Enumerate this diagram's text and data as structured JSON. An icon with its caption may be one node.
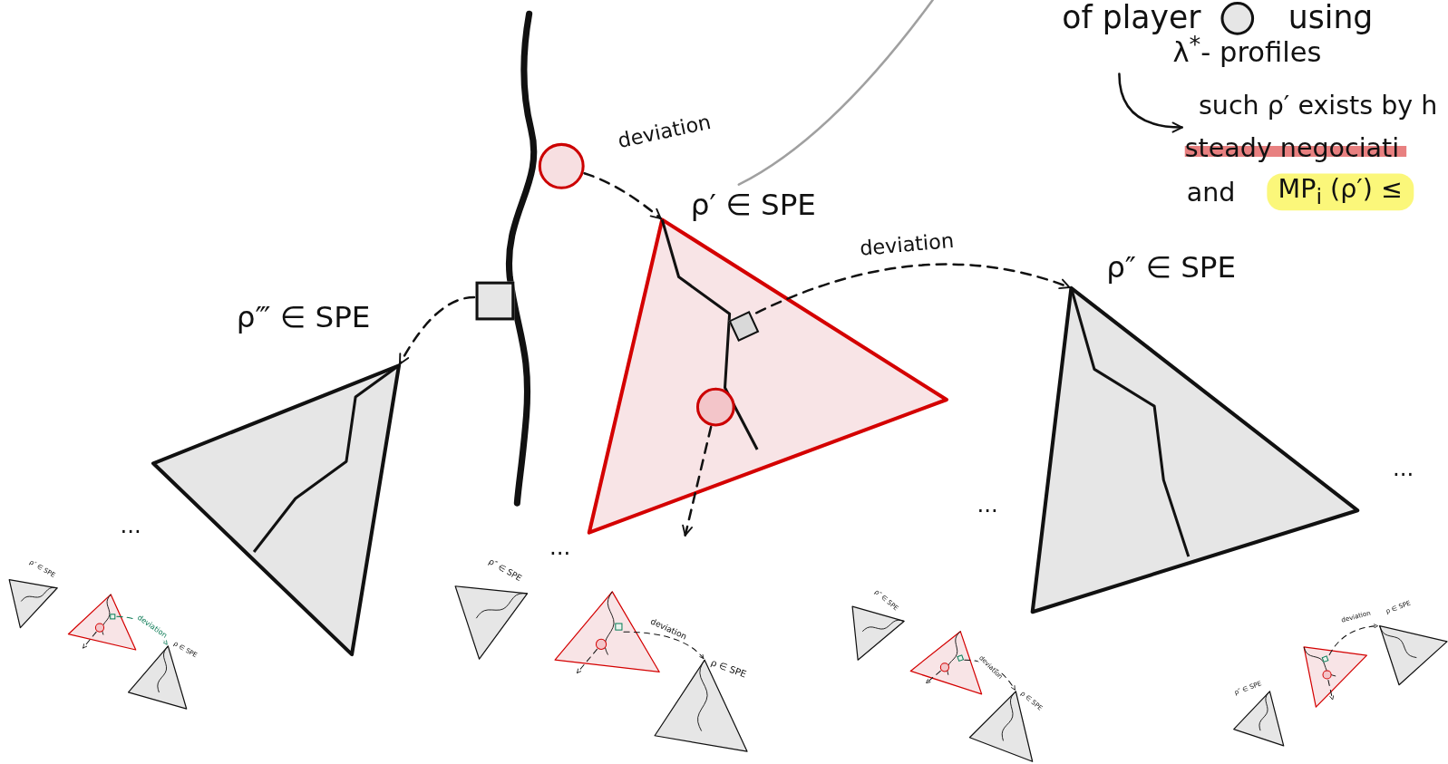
{
  "diagram": {
    "nodes": [
      {
        "text": [
          "of player",
          "using",
          "λ$^{*}$- profiles"
        ]
      },
      {
        "text": [
          "such ρ′ exists by h",
          "steady negociati",
          "and",
          "MP$_{i}$ (ρ′) ≤"
        ]
      },
      {
        "text": [],
        "shape": "circle"
      },
      {
        "text": [
          "ρ′ ∈ SPE"
        ]
      },
      {
        "text": [],
        "shape": "box",
        "in": 3
      },
      {
        "text": [],
        "shape": "circle",
        "in": 3
      },
      {
        "text": [],
        "shape": "box"
      },
      {
        "text": [
          "ρ‴ ∈ SPE"
        ]
      },
      {
        "text": [
          "ρ″ ∈ SPE"
        ]
      },
      {
        "text": [
          "ρ″ ∈ SPE"
        ]
      },
      {
        "text": [],
        "shape": "triangle"
      },
      {
        "text": [],
        "shape": "box",
        "in": 10
      },
      {
        "text": [],
        "shape": "circle",
        "in": 10
      },
      {
        "text": [
          "ρ ∈ SPE"
        ]
      },
      {
        "text": [
          "ρ″ ∈ SPE"
        ]
      },
      {
        "text": [],
        "shape": "triangle"
      },
      {
        "text": [],
        "shape": "box",
        "in": 15
      },
      {
        "text": [],
        "shape": "circle",
        "in": 15
      },
      {
        "text": [
          "ρ ∈ SPE"
        ]
      },
      {
        "text": [
          "ρ″ ∈ SPE"
        ]
      },
      {
        "text": [],
        "shape": "triangle"
      },
      {
        "text": [],
        "shape": "box",
        "in": 20
      },
      {
        "text": [],
        "shape": "circle",
        "in": 20
      },
      {
        "text": [
          "ρ ∈ SPE"
        ]
      },
      {
        "text": [
          "ρ″ ∈ SPE"
        ]
      },
      {
        "text": [],
        "shape": "triangle"
      },
      {
        "text": [],
        "shape": "box",
        "in": 25
      },
      {
        "text": [],
        "shape": "circle",
        "in": 25
      },
      {
        "text": [
          "ρ ∈ SPE"
        ]
      }
    ],
    "edges": [
      {
        "from": 0,
        "to": 1,
        "arrow": "to"
      },
      {
        "from": 2,
        "to": 3,
        "arrow": "to",
        "label": "deviation",
        "style": "dashed"
      },
      {
        "from": 6,
        "to": 7,
        "arrow": "to",
        "style": "dashed"
      },
      {
        "from": 4,
        "to": 8,
        "arrow": "to",
        "label": "deviation",
        "style": "dashed"
      },
      {
        "from": 5,
        "to": null,
        "arrow": "to",
        "style": "dashed"
      },
      {
        "from": 3,
        "to": null,
        "arrow": "none",
        "color": "#a0a0a0"
      },
      {
        "from": 11,
        "to": 13,
        "arrow": "to",
        "label": "deviation",
        "style": "dashed",
        "color": "#0b7a55"
      },
      {
        "from": 12,
        "to": null,
        "arrow": "to",
        "style": "dashed"
      },
      {
        "from": 16,
        "to": 18,
        "arrow": "to",
        "label": "deviation",
        "style": "dashed"
      },
      {
        "from": 17,
        "to": null,
        "arrow": "to",
        "style": "dashed"
      },
      {
        "from": 21,
        "to": 23,
        "arrow": "to",
        "label": "deviation",
        "style": "dashed"
      },
      {
        "from": 22,
        "to": null,
        "arrow": "to",
        "style": "dashed"
      },
      {
        "from": 26,
        "to": 28,
        "arrow": "to",
        "label": "deviation",
        "style": "dashed"
      },
      {
        "from": 27,
        "to": null,
        "arrow": "to",
        "style": "dashed"
      }
    ],
    "labels": [
      "...",
      "...",
      "...",
      "..."
    ]
  }
}
